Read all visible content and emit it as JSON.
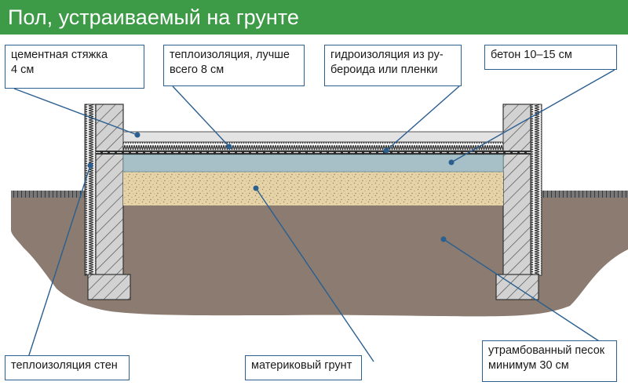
{
  "header": {
    "title": "Пол, устраиваемый на грунте"
  },
  "labels": {
    "screed": {
      "line1": "цементная стяжка",
      "line2": "4 см"
    },
    "insulation": {
      "line1": "теплоизоляция, лучше",
      "line2": "всего 8 см"
    },
    "waterproofing": {
      "line1": "гидроизоляция из ру-",
      "line2": "бероида или пленки"
    },
    "concrete": {
      "line1": "бетон 10–15 см"
    },
    "wall_insulation": {
      "line1": "теплоизоляция стен"
    },
    "native_soil": {
      "line1": "материковый грунт"
    },
    "sand": {
      "line1": "утрамбованный песок",
      "line2": "минимум 30 см"
    }
  },
  "colors": {
    "header_green": "#3d9a47",
    "callout_blue": "#2a5f90",
    "soil": "#8b7b70",
    "sand": "#e6d4a8",
    "concrete": "#a7c0c7",
    "screed": "#e3e3e3",
    "wall": "#d0d0d0"
  }
}
